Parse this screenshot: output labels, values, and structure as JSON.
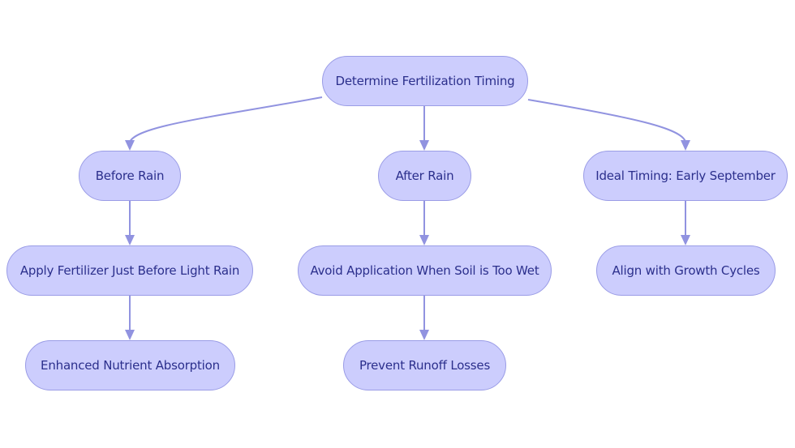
{
  "diagram": {
    "nodes": {
      "root": "Determine Fertilization Timing",
      "before_rain": "Before Rain",
      "after_rain": "After Rain",
      "ideal_timing": "Ideal Timing: Early September",
      "apply_fertilizer": "Apply Fertilizer Just Before Light Rain",
      "avoid_application": "Avoid Application When Soil is Too Wet",
      "align_growth": "Align with Growth Cycles",
      "enhanced_absorption": "Enhanced Nutrient Absorption",
      "prevent_runoff": "Prevent Runoff Losses"
    }
  },
  "colors": {
    "node_fill": "#cccdfd",
    "node_border": "#9a9ce6",
    "node_text": "#2b2f8c",
    "edge": "#9193e0"
  }
}
